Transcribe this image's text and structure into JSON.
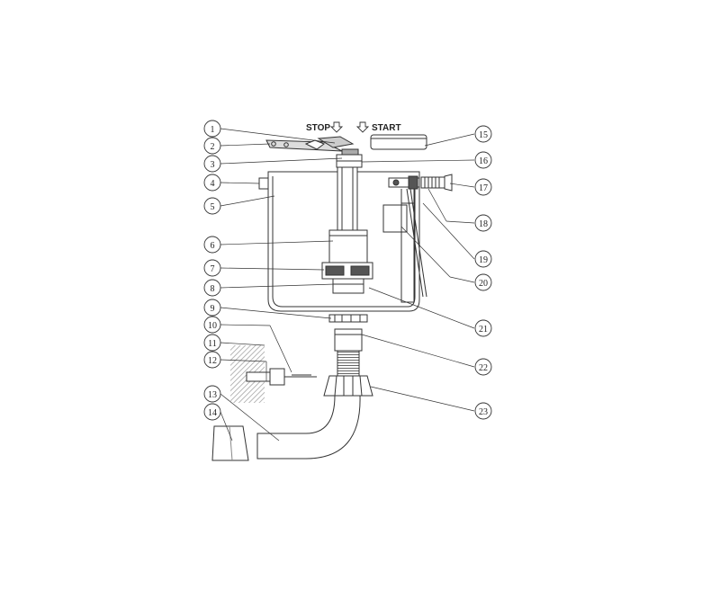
{
  "header": {
    "stop_label": "STOP",
    "start_label": "START"
  },
  "callouts": {
    "n1": "1",
    "n2": "2",
    "n3": "3",
    "n4": "4",
    "n5": "5",
    "n6": "6",
    "n7": "7",
    "n8": "8",
    "n9": "9",
    "n10": "10",
    "n11": "11",
    "n12": "12",
    "n13": "13",
    "n14": "14",
    "n15": "15",
    "n16": "16",
    "n17": "17",
    "n18": "18",
    "n19": "19",
    "n20": "20",
    "n21": "21",
    "n22": "22",
    "n23": "23"
  },
  "colors": {
    "line": "#333333",
    "hatch": "#b0b0b0",
    "fill_dark": "#555555"
  }
}
